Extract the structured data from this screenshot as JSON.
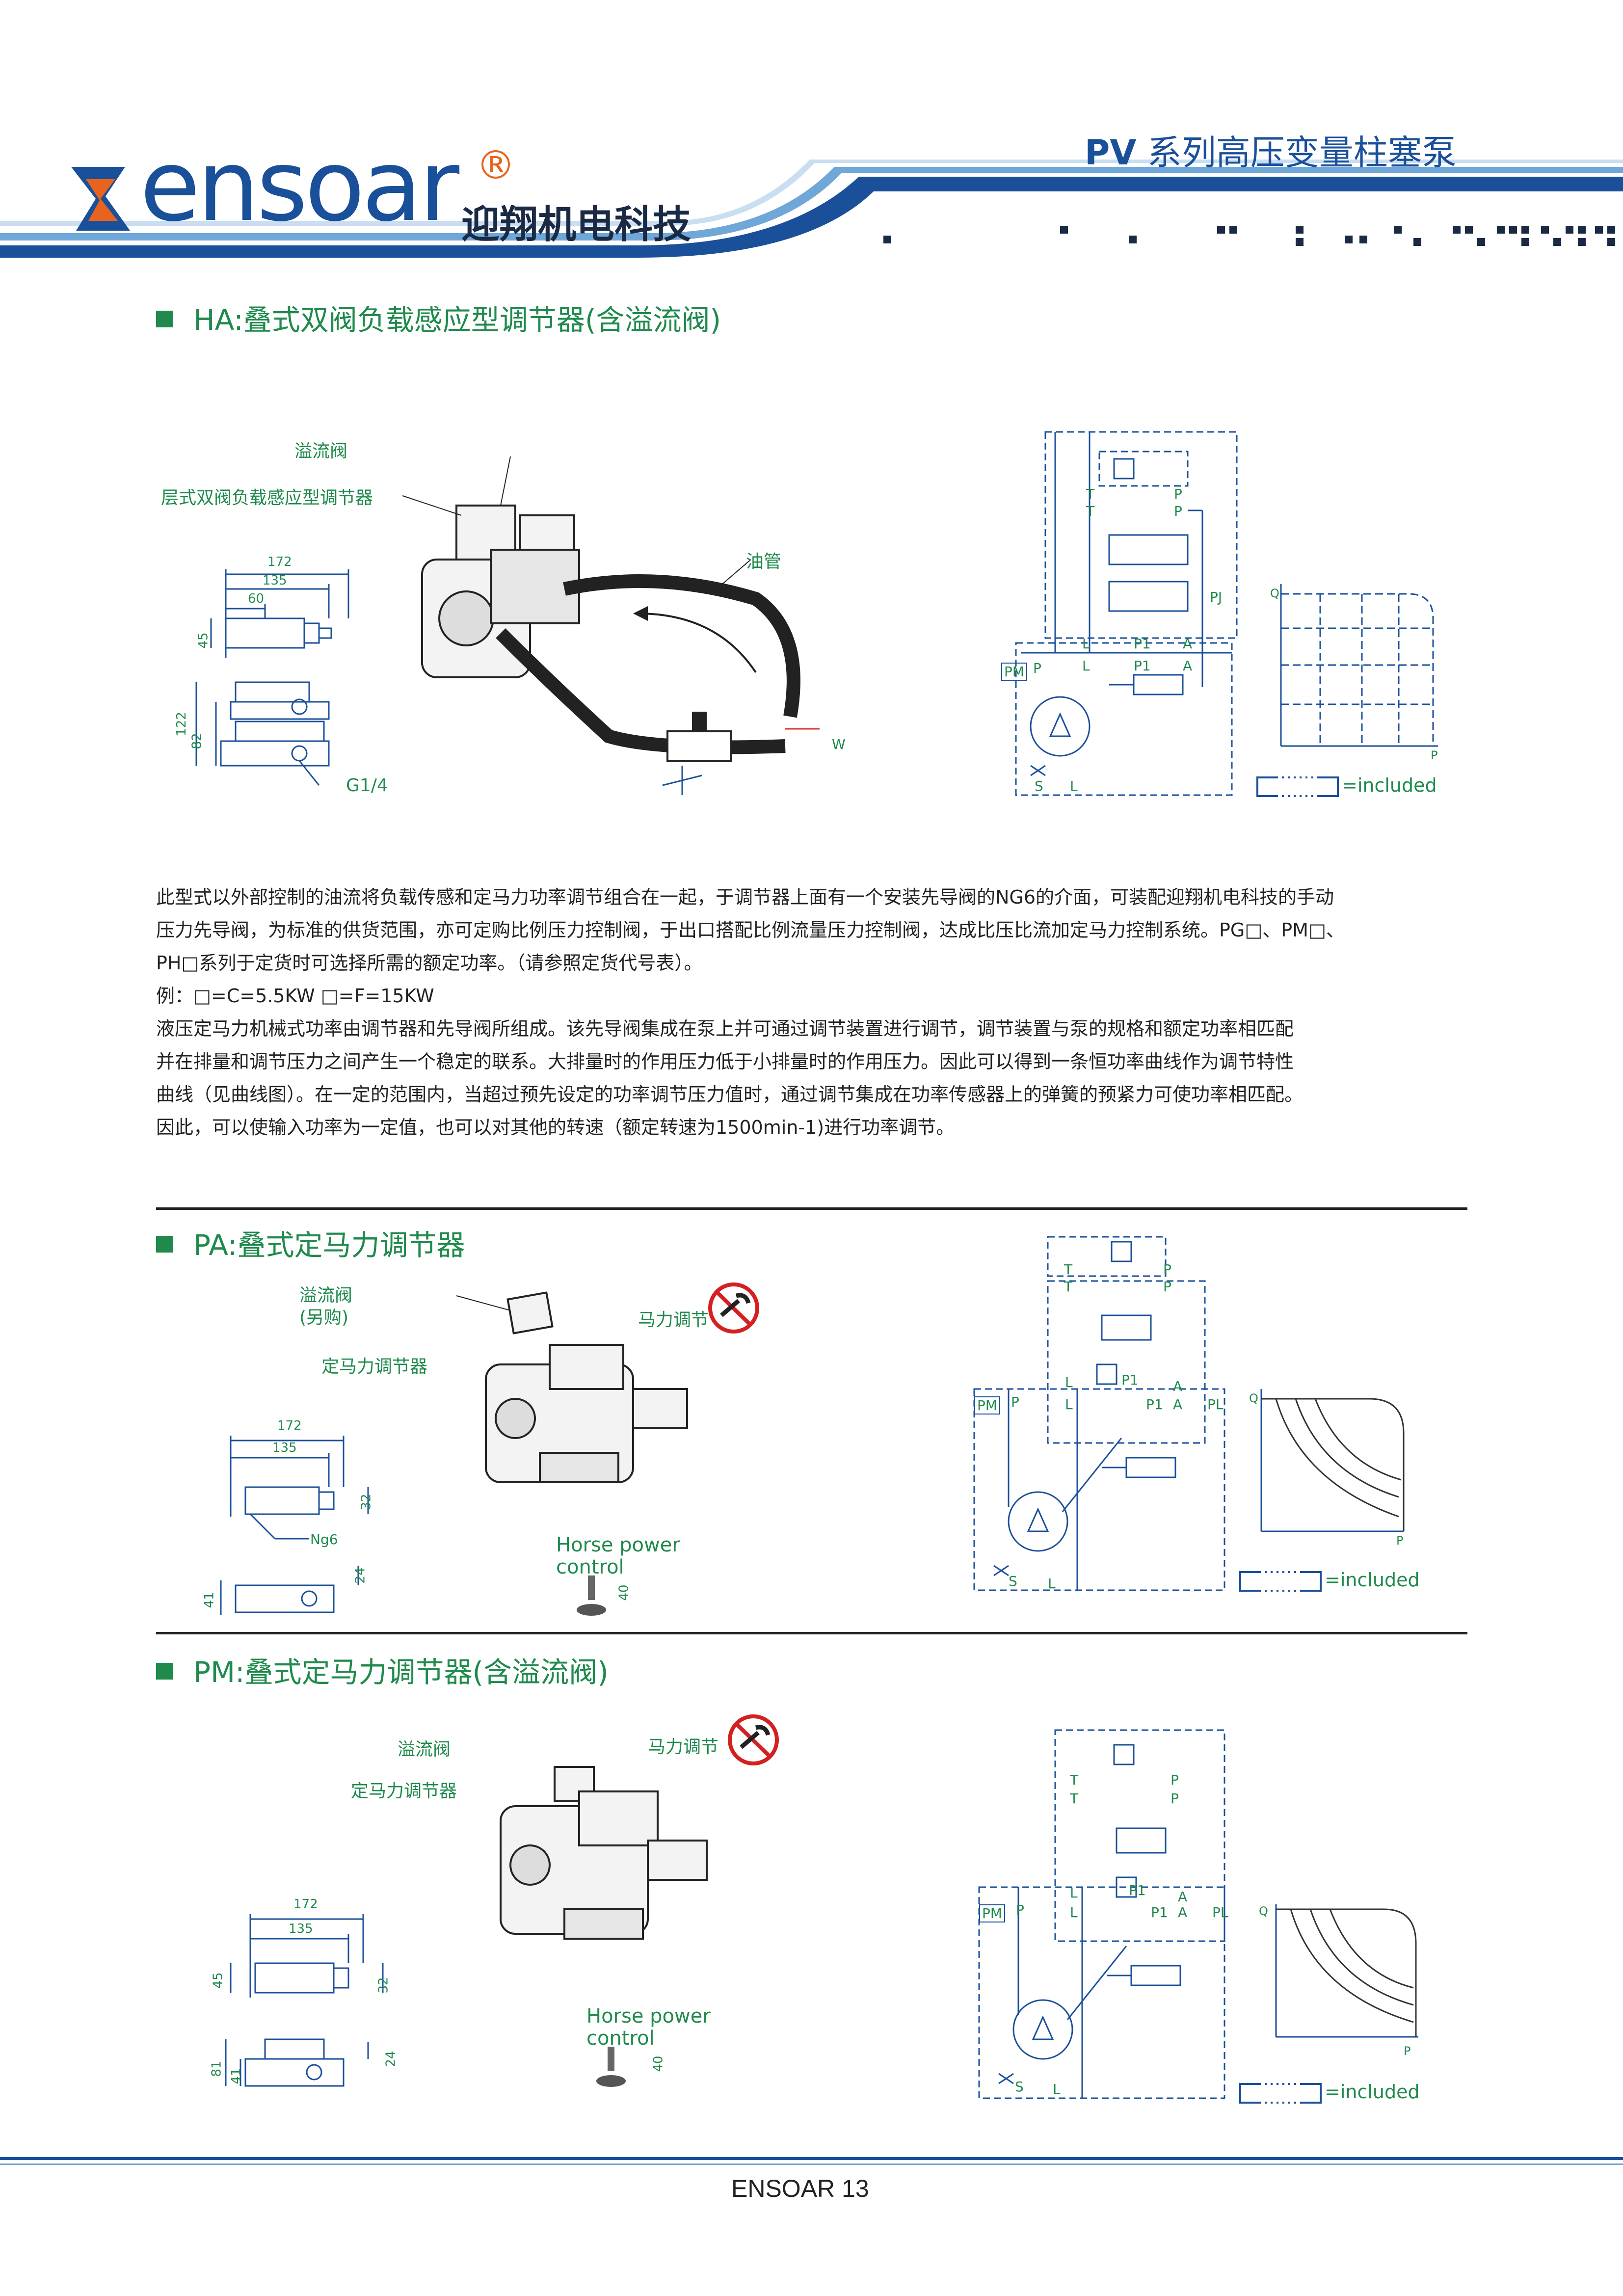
{
  "header": {
    "logo_text": "ensoar",
    "registered_mark": "®",
    "company_name": "迎翔机电科技",
    "series_prefix": "PV",
    "series_title": "系列高压变量柱塞泵"
  },
  "sections": {
    "ha": {
      "title": "HA:叠式双阀负载感应型调节器(含溢流阀)",
      "labels": {
        "relief_valve": "溢流阀",
        "regulator": "层式双阀负载感应型调节器",
        "oil_pipe": "油管",
        "w": "W",
        "port": "G1/4"
      },
      "dims": [
        "172",
        "135",
        "60",
        "45",
        "122",
        "82"
      ],
      "circuit_labels": [
        "T",
        "P",
        "T",
        "P",
        "PJ",
        "L",
        "A",
        "P1",
        "L",
        "P1",
        "A",
        "PM",
        "P",
        "S",
        "L"
      ],
      "graph_axes": {
        "y": "Q",
        "x": "P"
      },
      "included_text": "=included"
    },
    "description": {
      "lines": [
        "此型式以外部控制的油流将负载传感和定马力功率调节组合在一起，于调节器上面有一个安装先导阀的NG6的介面，可装配迎翔机电科技的手动",
        "压力先导阀，为标准的供货范围，亦可定购比例压力控制阀，于出口搭配比例流量压力控制阀，达成比压比流加定马力控制系统。PG□、PM□、",
        "PH□系列于定货时可选择所需的额定功率。（请参照定货代号表）。",
        "例：□=C=5.5KW  □=F=15KW",
        "液压定马力机械式功率由调节器和先导阀所组成。该先导阀集成在泵上并可通过调节装置进行调节，调节装置与泵的规格和额定功率相匹配",
        "并在排量和调节压力之间产生一个稳定的联系。大排量时的作用压力低于小排量时的作用压力。因此可以得到一条恒功率曲线作为调节特性",
        "曲线（见曲线图）。在一定的范围内，当超过预先设定的功率调节压力值时，通过调节集成在功率传感器上的弹簧的预紧力可使功率相匹配。",
        "因此，可以使输入功率为一定值，也可以对其他的转速（额定转速为1500min-1)进行功率调节。"
      ]
    },
    "pa": {
      "title": "PA:叠式定马力调节器",
      "labels": {
        "relief_valve": "溢流阀",
        "optional": "(另购)",
        "hp_adjust": "马力调节",
        "regulator": "定马力调节器",
        "ng6": "Ng6",
        "hp_control_1": "Horse power",
        "hp_control_2": "control"
      },
      "dims": [
        "172",
        "135",
        "32",
        "24",
        "41",
        "40"
      ],
      "circuit_labels": [
        "T",
        "P",
        "T",
        "P",
        "L",
        "P1",
        "A",
        "PM",
        "P",
        "L",
        "P1",
        "A",
        "PL",
        "S",
        "L"
      ],
      "graph_axes": {
        "y": "Q",
        "x": "P"
      },
      "included_text": "=included"
    },
    "pm": {
      "title": "PM:叠式定马力调节器(含溢流阀)",
      "labels": {
        "relief_valve": "溢流阀",
        "hp_adjust": "马力调节",
        "regulator": "定马力调节器",
        "hp_control_1": "Horse power",
        "hp_control_2": "control"
      },
      "dims": [
        "172",
        "135",
        "45",
        "32",
        "81",
        "41",
        "24",
        "40"
      ],
      "circuit_labels": [
        "T",
        "P",
        "T",
        "P",
        "L",
        "P1",
        "A",
        "PM",
        "P",
        "L",
        "P1",
        "A",
        "PL",
        "S",
        "L"
      ],
      "graph_axes": {
        "y": "Q",
        "x": "P"
      },
      "included_text": "=included"
    }
  },
  "footer": {
    "page_label": "ENSOAR 13"
  },
  "colors": {
    "brand_blue": "#1a4f9a",
    "brand_orange": "#e8641e",
    "text_green": "#1f8a4c",
    "title_blue": "#1a4f9a"
  }
}
